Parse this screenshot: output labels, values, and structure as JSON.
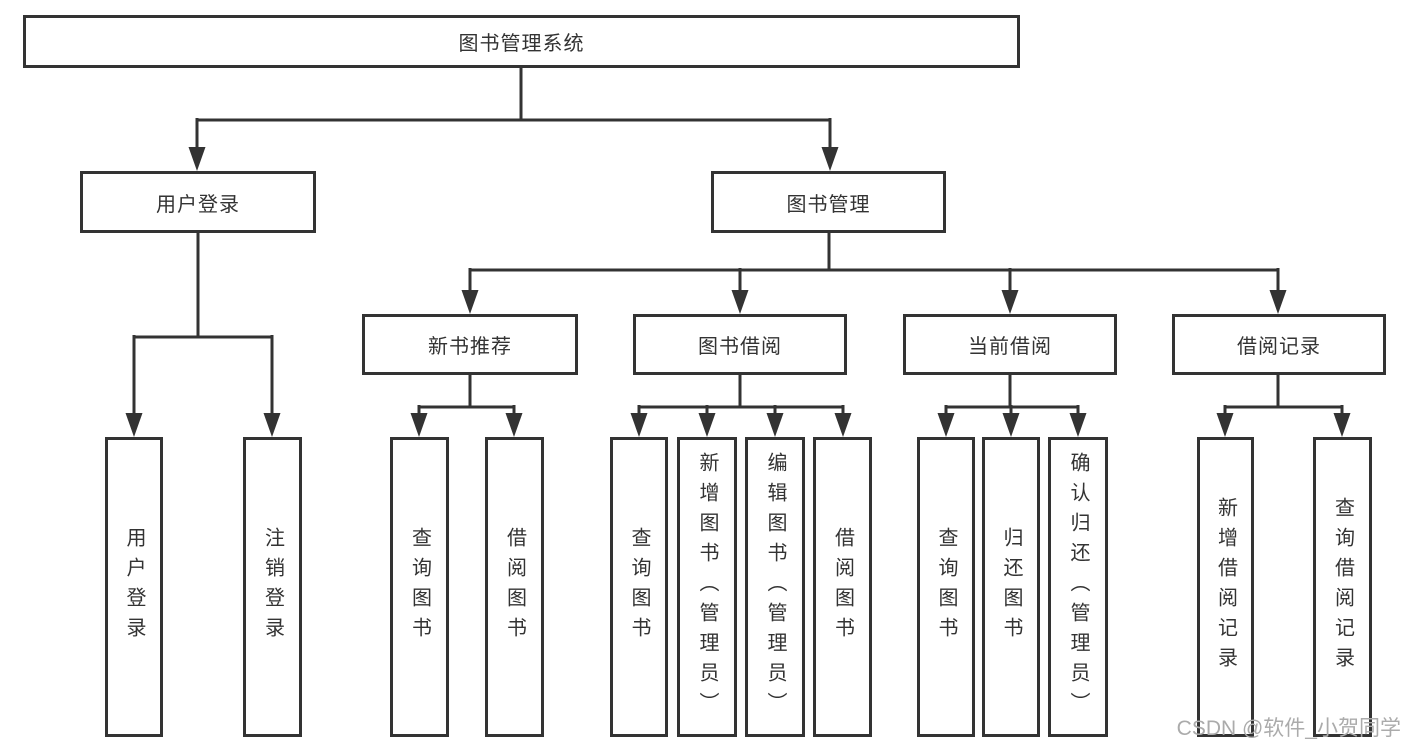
{
  "title": "图书管理系统",
  "branches": {
    "user": {
      "label": "用户登录",
      "leaves": [
        "用户登录",
        "注销登录"
      ]
    },
    "books": {
      "label": "图书管理",
      "groups": [
        {
          "label": "新书推荐",
          "leaves": [
            "查询图书",
            "借阅图书"
          ]
        },
        {
          "label": "图书借阅",
          "leaves": [
            "查询图书",
            "新增图书（管理员）",
            "编辑图书（管理员）",
            "借阅图书"
          ]
        },
        {
          "label": "当前借阅",
          "leaves": [
            "查询图书",
            "归还图书",
            "确认归还（管理员）"
          ]
        },
        {
          "label": "借阅记录",
          "leaves": [
            "新增借阅记录",
            "查询借阅记录"
          ]
        }
      ]
    }
  },
  "watermark": "CSDN @软件_小贺同学",
  "colors": {
    "line": "#333333",
    "text": "#333333",
    "box_background": "#ffffff",
    "watermark": "#ababab"
  }
}
